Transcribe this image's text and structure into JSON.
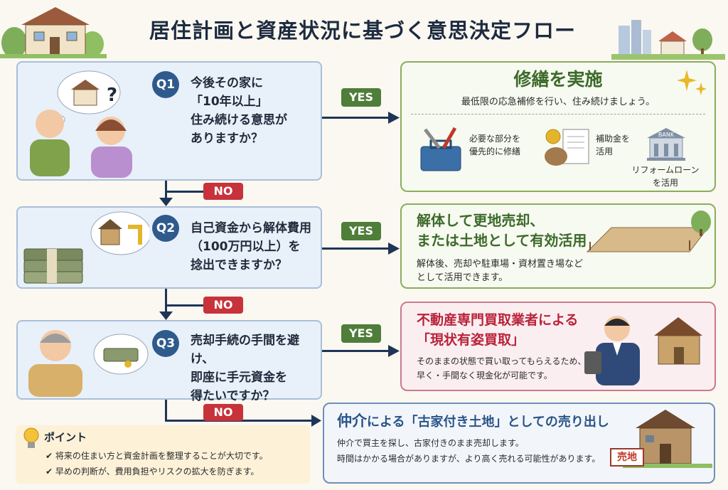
{
  "title": "居住計画と資産状況に基づく意思決定フロー",
  "q1": {
    "label": "Q1",
    "lines": [
      "今後その家に",
      "「10年以上」",
      "住み続ける意思が",
      "ありますか？"
    ]
  },
  "q2": {
    "label": "Q2",
    "lines": [
      "自己資金から解体費用",
      "（100万円以上）を",
      "捻出できますか？"
    ]
  },
  "q3": {
    "label": "Q3",
    "lines": [
      "売却手続の手間を避け、",
      "即座に手元資金を",
      "得たいですか？"
    ]
  },
  "yes_label": "YES",
  "no_label": "NO",
  "a1": {
    "title": "修繕を実施",
    "desc": "最低限の応急補修を行い、住み続けましょう。",
    "item1": [
      "必要な部分を",
      "優先的に修繕"
    ],
    "item2": [
      "補助金を",
      "活用"
    ],
    "item3": [
      "リフォームローン",
      "を活用"
    ],
    "bank_text": "BANK"
  },
  "a2": {
    "title": [
      "解体して更地売却、",
      "または土地として有効活用"
    ],
    "desc": [
      "解体後、売却や駐車場・資材置き場など",
      "として活用できます。"
    ]
  },
  "a3": {
    "title": [
      "不動産専門買取業者による",
      "「現状有姿買取」"
    ],
    "desc": [
      "そのままの状態で買い取ってもらえるため、",
      "早く・手間なく現金化が可能です。"
    ]
  },
  "a4": {
    "title_prefix": "仲介",
    "title_rest": "による「古家付き土地」としての売り出し",
    "desc": [
      "仲介で買主を探し、古家付きのまま売却します。",
      "時間はかかる場合がありますが、より高く売れる可能性があります。"
    ],
    "sign": "売地"
  },
  "point": {
    "heading": "ポイント",
    "items": [
      "将来の住まい方と資金計画を整理することが大切です。",
      "早めの判断が、費用負担やリスクの拡大を防ぎます。"
    ]
  },
  "colors": {
    "navy": "#1f3556",
    "yes": "#4f7d3a",
    "no": "#c8323a",
    "q": "#2f5a8c",
    "a1": "#3c6a2a",
    "a3": "#b8233a",
    "a4": "#2a5487"
  }
}
